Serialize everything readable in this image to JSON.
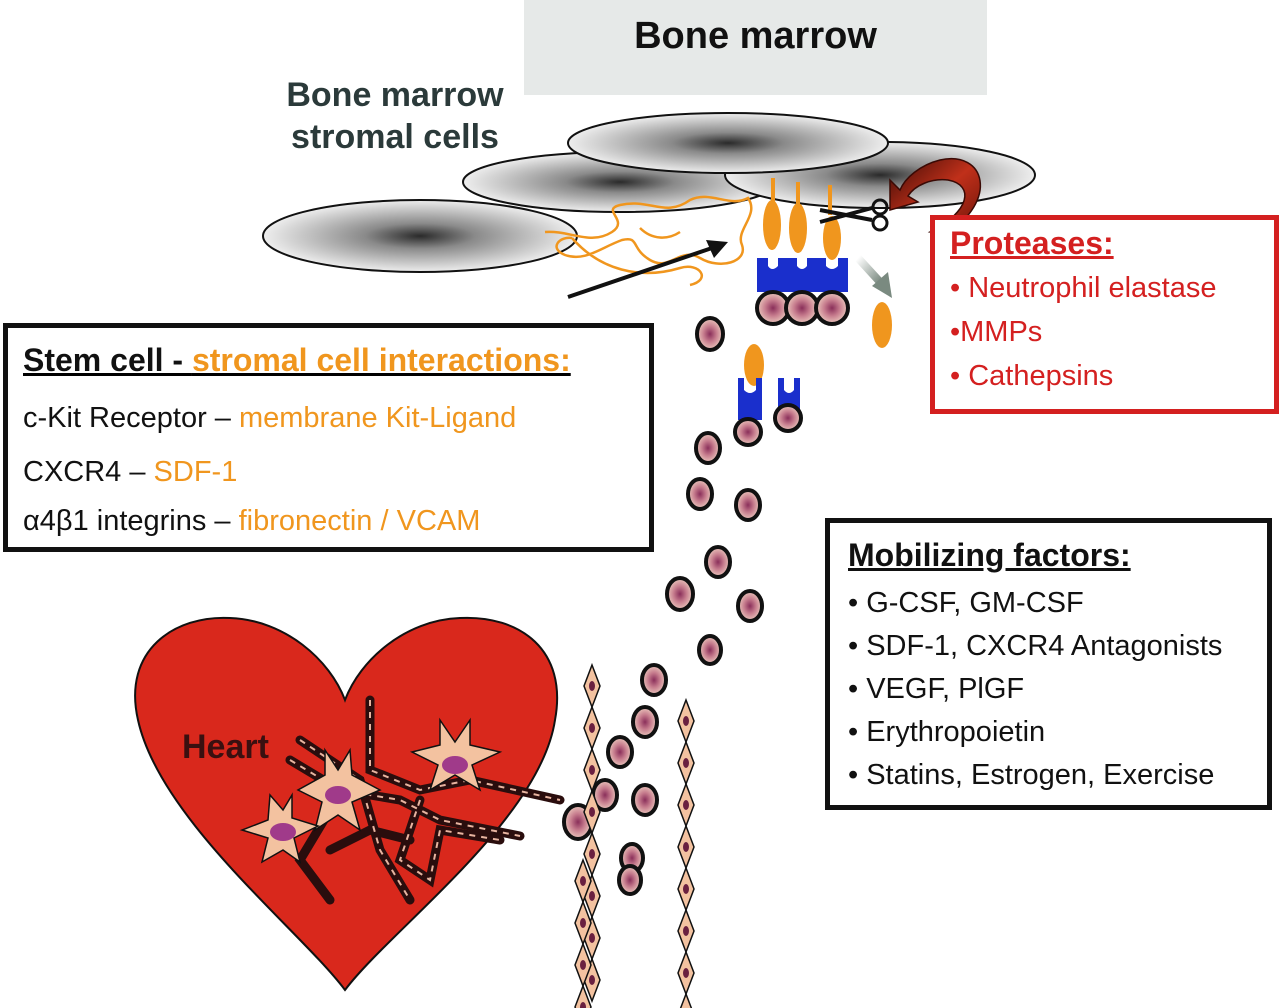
{
  "header": {
    "title": "Bone marrow"
  },
  "stromal": {
    "line1": "Bone marrow",
    "line2": "stromal cells"
  },
  "proteases": {
    "title": "Proteases:",
    "items": [
      "• Neutrophil elastase",
      "•MMPs",
      "• Cathepsins"
    ]
  },
  "interactions": {
    "title_a": "Stem cell - ",
    "title_b": "stromal cell interactions:",
    "rows": [
      {
        "left": "c-Kit Receptor  – ",
        "right": "membrane Kit-Ligand"
      },
      {
        "left": "CXCR4 – ",
        "right": "SDF-1"
      },
      {
        "left": "α4β1 integrins – ",
        "right": "fibronectin / VCAM"
      }
    ]
  },
  "mobilizing": {
    "title": "Mobilizing factors:",
    "items": [
      "• G-CSF, GM-CSF",
      "• SDF-1, CXCR4 Antagonists",
      "• VEGF, PlGF",
      "• Erythropoietin",
      "• Statins, Estrogen, Exercise"
    ]
  },
  "heart": {
    "label": "Heart"
  },
  "colors": {
    "protease_red": "#d42020",
    "ligand_orange": "#f0961e",
    "receptor_blue": "#1a2fcc",
    "heart_red": "#d9281c",
    "cell_fill": "#e8b4a0"
  }
}
